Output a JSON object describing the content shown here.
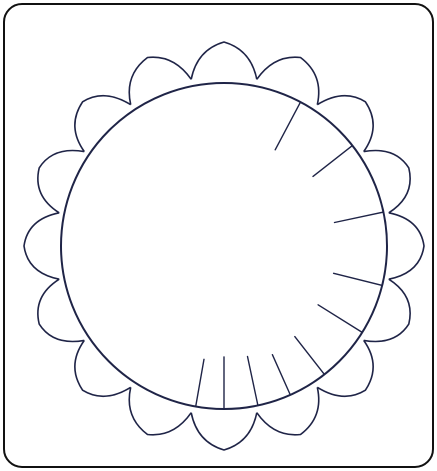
{
  "diagram": {
    "kind": "line-art-flower-outline",
    "petal_count": 16,
    "tick_mark_count": 10,
    "colors": {
      "background": "#ffffff",
      "ink": "#1f2447",
      "frame": "#111111"
    }
  }
}
